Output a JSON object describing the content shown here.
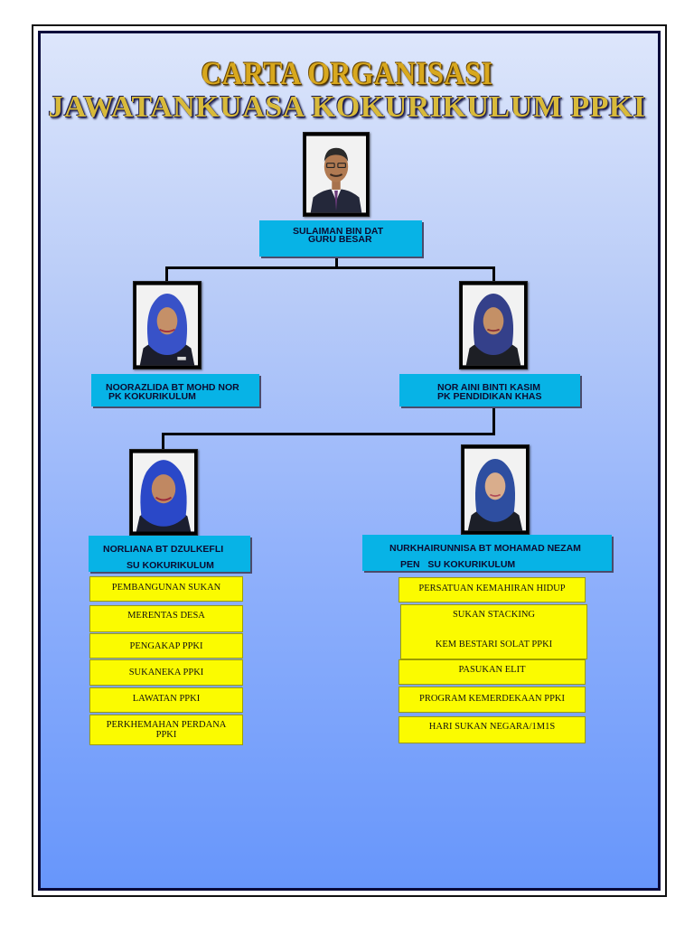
{
  "title": {
    "line1": "CARTA ORGANISASI",
    "line2": "JAWATANKUASA KOKURIKULUM PPKI"
  },
  "members": {
    "head": {
      "name": "SULAIMAN BIN DAT",
      "role": "GURU BESAR"
    },
    "left": {
      "name": "NOORAZLIDA BT MOHD NOR",
      "role": "PK KOKURIKULUM"
    },
    "right": {
      "name": "NOR AINI BINTI KASIM",
      "role": "PK PENDIDIKAN KHAS"
    },
    "su_left": {
      "name": "NORLIANA BT DZULKEFLI",
      "role": "SU KOKURIKULUM"
    },
    "su_right": {
      "name": "NURKHAIRUNNISA BT MOHAMAD NEZAM",
      "role": "PEN   SU KOKURIKULUM"
    }
  },
  "left_activities": [
    "PEMBANGUNAN SUKAN",
    "MERENTAS DESA",
    "PENGAKAP PPKI",
    "SUKANEKA PPKI",
    "LAWATAN PPKI",
    "PERKHEMAHAN PERDANA",
    "PPKI"
  ],
  "right_activities": [
    "PERSATUAN KEMAHIRAN HIDUP",
    "SUKAN STACKING",
    "KEM BESTARI SOLAT PPKI",
    "PASUKAN ELIT",
    "PROGRAM KEMERDEKAAN PPKI",
    "HARI SUKAN NEGARA/1M1S"
  ],
  "colors": {
    "name_box": "#07b3e6",
    "activity_box": "#fbfb00",
    "title_gold": "#d8a81e",
    "background_top": "#dde6fb",
    "background_bottom": "#6796fb"
  }
}
